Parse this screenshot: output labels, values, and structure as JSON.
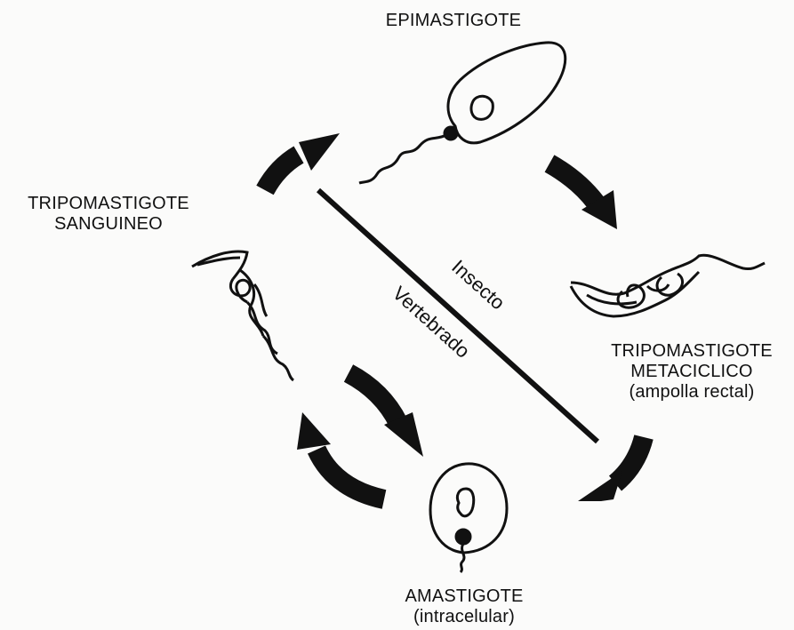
{
  "stages": {
    "epimastigote": {
      "name": "EPIMASTIGOTE"
    },
    "tripo_metaciclico": {
      "line1": "TRIPOMASTIGOTE",
      "line2": "METACICLICO",
      "note": "(ampolla rectal)"
    },
    "amastigote": {
      "name": "AMASTIGOTE",
      "note": "(intracelular)"
    },
    "tripo_sanguineo": {
      "line1": "TRIPOMASTIGOTE",
      "line2": "SANGUINEO"
    }
  },
  "divider": {
    "upper_label": "Insecto",
    "lower_label": "Vertebrado"
  }
}
